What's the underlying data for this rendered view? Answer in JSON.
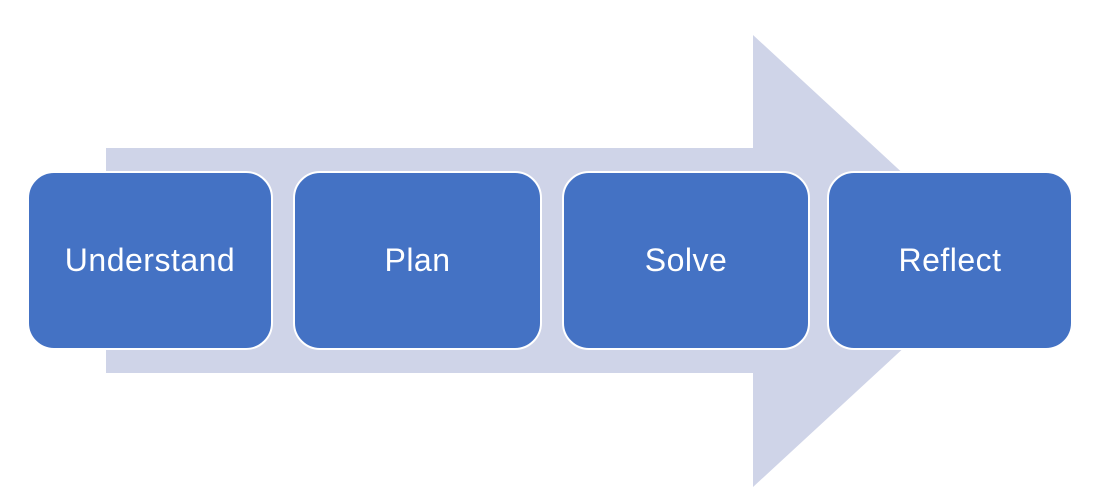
{
  "diagram": {
    "type": "horizontal-process-flow",
    "description": "Four-step problem-solving process on a right-pointing arrow",
    "steps": [
      {
        "label": "Understand"
      },
      {
        "label": "Plan"
      },
      {
        "label": "Solve"
      },
      {
        "label": "Reflect"
      }
    ],
    "colors": {
      "step_fill": "#4472C4",
      "step_border": "#FFFFFF",
      "step_text": "#FFFFFF",
      "arrow_fill": "#CFD4E8",
      "background": "#FFFFFF"
    }
  }
}
